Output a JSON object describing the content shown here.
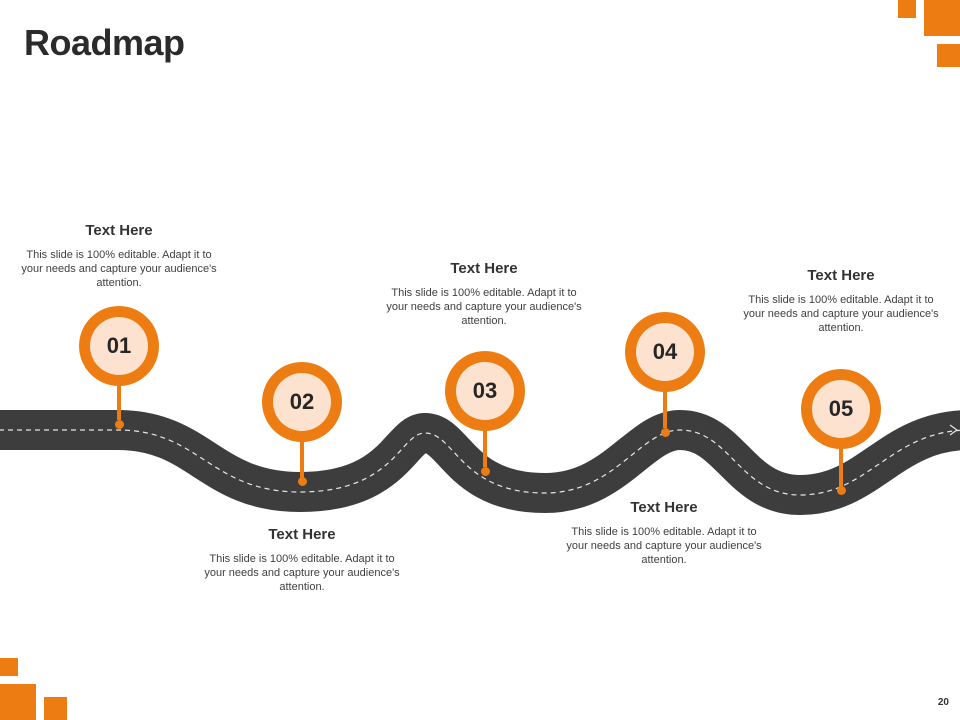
{
  "title": "Roadmap",
  "page_number": "20",
  "colors": {
    "accent": "#ed7d12",
    "pin_inner": "#fde3cf",
    "road": "#3d3d3d",
    "road_dash": "#e6e6e6"
  },
  "milestones": [
    {
      "number": "01",
      "heading": "Text Here",
      "body": "This slide is 100% editable. Adapt it to your needs and capture your audience's attention."
    },
    {
      "number": "02",
      "heading": "Text Here",
      "body": "This slide is 100% editable. Adapt it to your needs and capture your audience's attention."
    },
    {
      "number": "03",
      "heading": "Text Here",
      "body": "This slide is 100% editable. Adapt it to your needs and capture your audience's attention."
    },
    {
      "number": "04",
      "heading": "Text Here",
      "body": "This slide is 100% editable. Adapt it to your needs and capture your audience's attention."
    },
    {
      "number": "05",
      "heading": "Text Here",
      "body": "This slide is 100% editable. Adapt it to your needs and capture your audience's attention."
    }
  ]
}
